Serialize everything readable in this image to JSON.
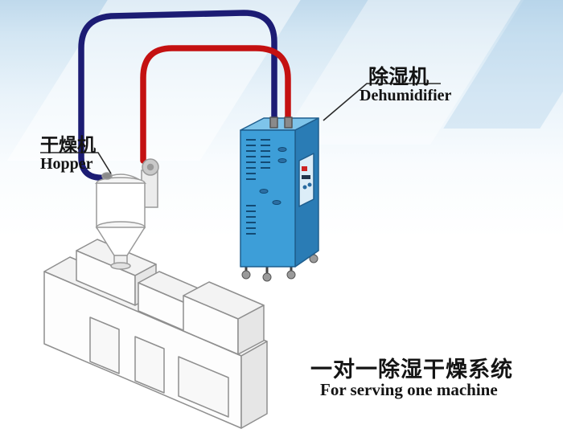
{
  "labels": {
    "hopper_cn": "干燥机",
    "hopper_en": "Hopper",
    "dehumidifier_cn": "除湿机",
    "dehumidifier_en": "Dehumidifier",
    "caption_cn": "一对一除湿干燥系统",
    "caption_en": "For serving one machine"
  },
  "diagram": {
    "type": "equipment-schematic",
    "items": [
      {
        "name": "dehumidifier",
        "label_cn": "除湿机",
        "label_en": "Dehumidifier"
      },
      {
        "name": "hopper-dryer",
        "label_cn": "干燥机",
        "label_en": "Hopper"
      },
      {
        "name": "extruder-machine"
      },
      {
        "name": "return-air-pipe",
        "color": "#1c1c74"
      },
      {
        "name": "dry-air-pipe",
        "color": "#c41111"
      }
    ]
  },
  "colors": {
    "background_top": "#bfd9ec",
    "pipe_blue": "#1c1c74",
    "pipe_red": "#c41111",
    "dehumidifier_front": "#3d9ed8",
    "dehumidifier_side": "#2a7cb5",
    "dehumidifier_top": "#7ec4ea",
    "text": "#141414"
  }
}
